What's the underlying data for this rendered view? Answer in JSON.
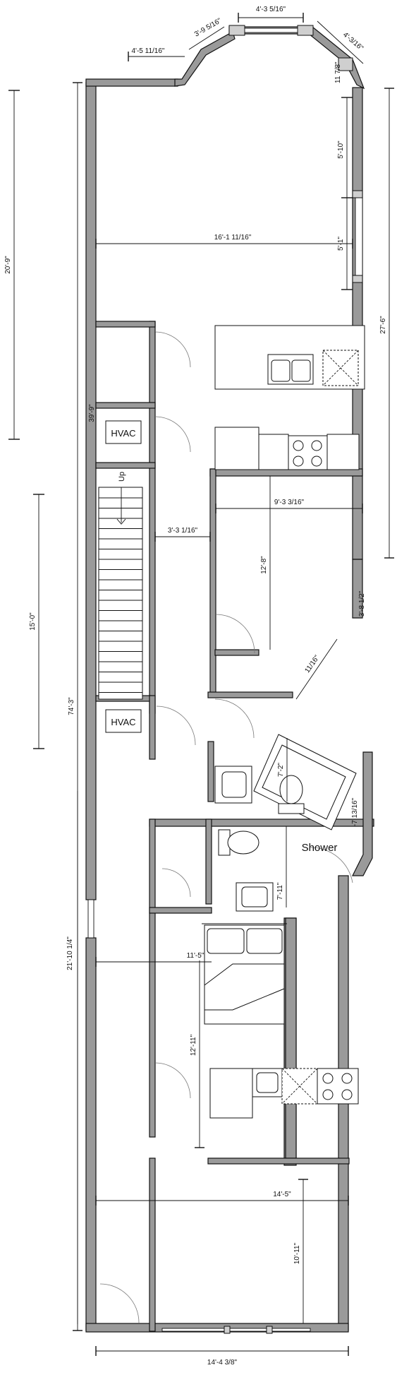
{
  "plan": {
    "rooms": {
      "hvac_1": "HVAC",
      "hvac_2": "HVAC",
      "shower": "Shower",
      "stair_direction": "Up"
    },
    "dimensions": {
      "bay_front": "4'-3 5/16\"",
      "bay_left_angle": "3'-9 5/16\"",
      "bay_right_angle": "4'-3/16\"",
      "bay_left_return": "4'-5 11/16\"",
      "bay_right_return": "11 7/8\"",
      "front_room_width": "16'-1 11/16\"",
      "window_upper": "5'-10\"",
      "window_lower": "5'-1\"",
      "closet_depth": "39'-9\"",
      "right_wall_length": "27'-6\"",
      "kitchen_room_width": "9'-3 3/16\"",
      "hall_width": "3'-3 1/16\"",
      "kitchen_room_length": "12'-8\"",
      "angled_wall": "3'-8 1/2\"",
      "small_angle": "11/16\"",
      "bath_length": "7'-2\"",
      "bath_angle": "-7 13/16\"",
      "half_bath": "7'-11\"",
      "bedroom_width": "11'-5\"",
      "bedroom_length": "12'-11\"",
      "rear_room_width": "14'-5\"",
      "rear_room_length": "10'-11\"",
      "rear_width_total": "14'-4 3/8\"",
      "overall_length": "74'-3\"",
      "left_upper": "20'-9\"",
      "left_middle": "15'-0\"",
      "left_lower": "21'-10 1/4\""
    }
  }
}
